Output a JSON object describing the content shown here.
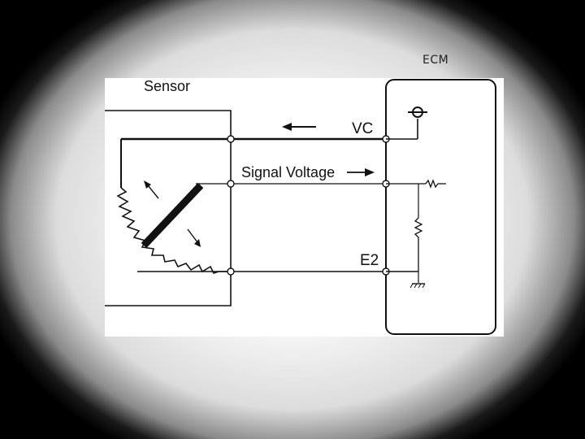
{
  "slide": {
    "title": "ECM"
  },
  "diagram": {
    "sensor_label": "Sensor",
    "vc_label": "VC",
    "signal_label": "Signal Voltage",
    "e2_label": "E2"
  }
}
